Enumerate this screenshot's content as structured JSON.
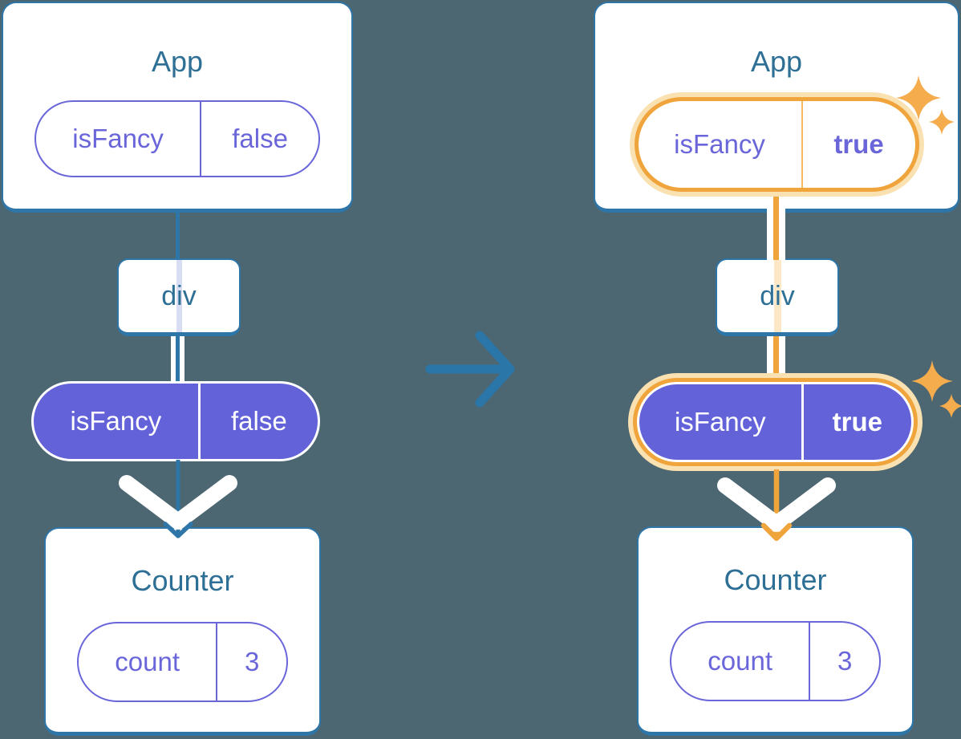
{
  "before": {
    "app": {
      "title": "App",
      "prop_name": "isFancy",
      "prop_value": "false"
    },
    "div_label": "div",
    "passed_prop": {
      "name": "isFancy",
      "value": "false"
    },
    "counter": {
      "title": "Counter",
      "state_name": "count",
      "state_value": "3"
    }
  },
  "after": {
    "app": {
      "title": "App",
      "prop_name": "isFancy",
      "prop_value": "true"
    },
    "div_label": "div",
    "passed_prop": {
      "name": "isFancy",
      "value": "true"
    },
    "counter": {
      "title": "Counter",
      "state_name": "count",
      "state_value": "3"
    }
  },
  "colors": {
    "background": "#4C6672",
    "card_border": "#2E75A8",
    "heading": "#2E6F95",
    "purple": "#6A66DA",
    "purple_fill": "#6362D9",
    "orange": "#F0A43C",
    "orange_halo": "#FAE1B1",
    "orange_divider": "#F5B966",
    "sparkle": "#F4AC4D",
    "arrow_blue": "#2B76A9",
    "faded_blue": "#D9DDF3",
    "faded_orange": "#FCE8C6"
  }
}
